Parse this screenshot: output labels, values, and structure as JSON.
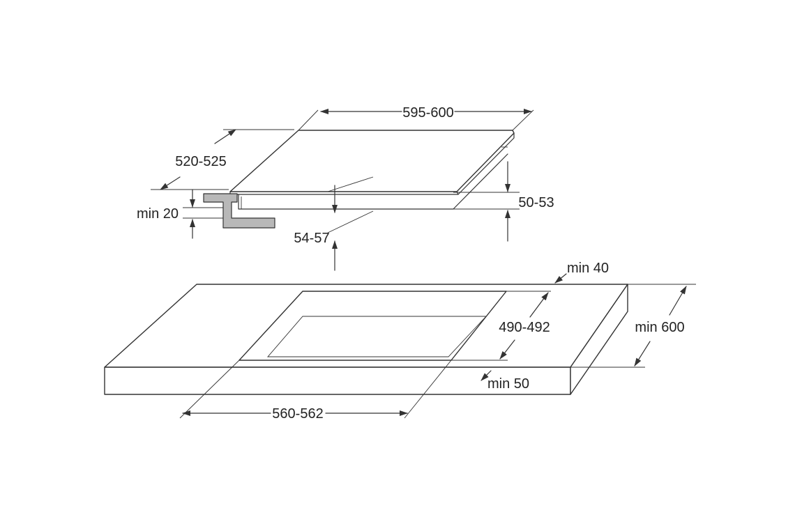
{
  "labels": {
    "hob_width": "595-600",
    "hob_depth": "520-525",
    "hob_height": "50-53",
    "build_in_depth": "54-57",
    "clearance_below": "min 20",
    "back_wall_clearance": "min 40",
    "cutout_depth": "490-492",
    "worktop_depth": "min 600",
    "front_clearance": "min 50",
    "cutout_width": "560-562"
  },
  "colors": {
    "line": "#333333",
    "bracket_fill": "#b8b8b8",
    "text": "#222222",
    "background": "#ffffff"
  }
}
